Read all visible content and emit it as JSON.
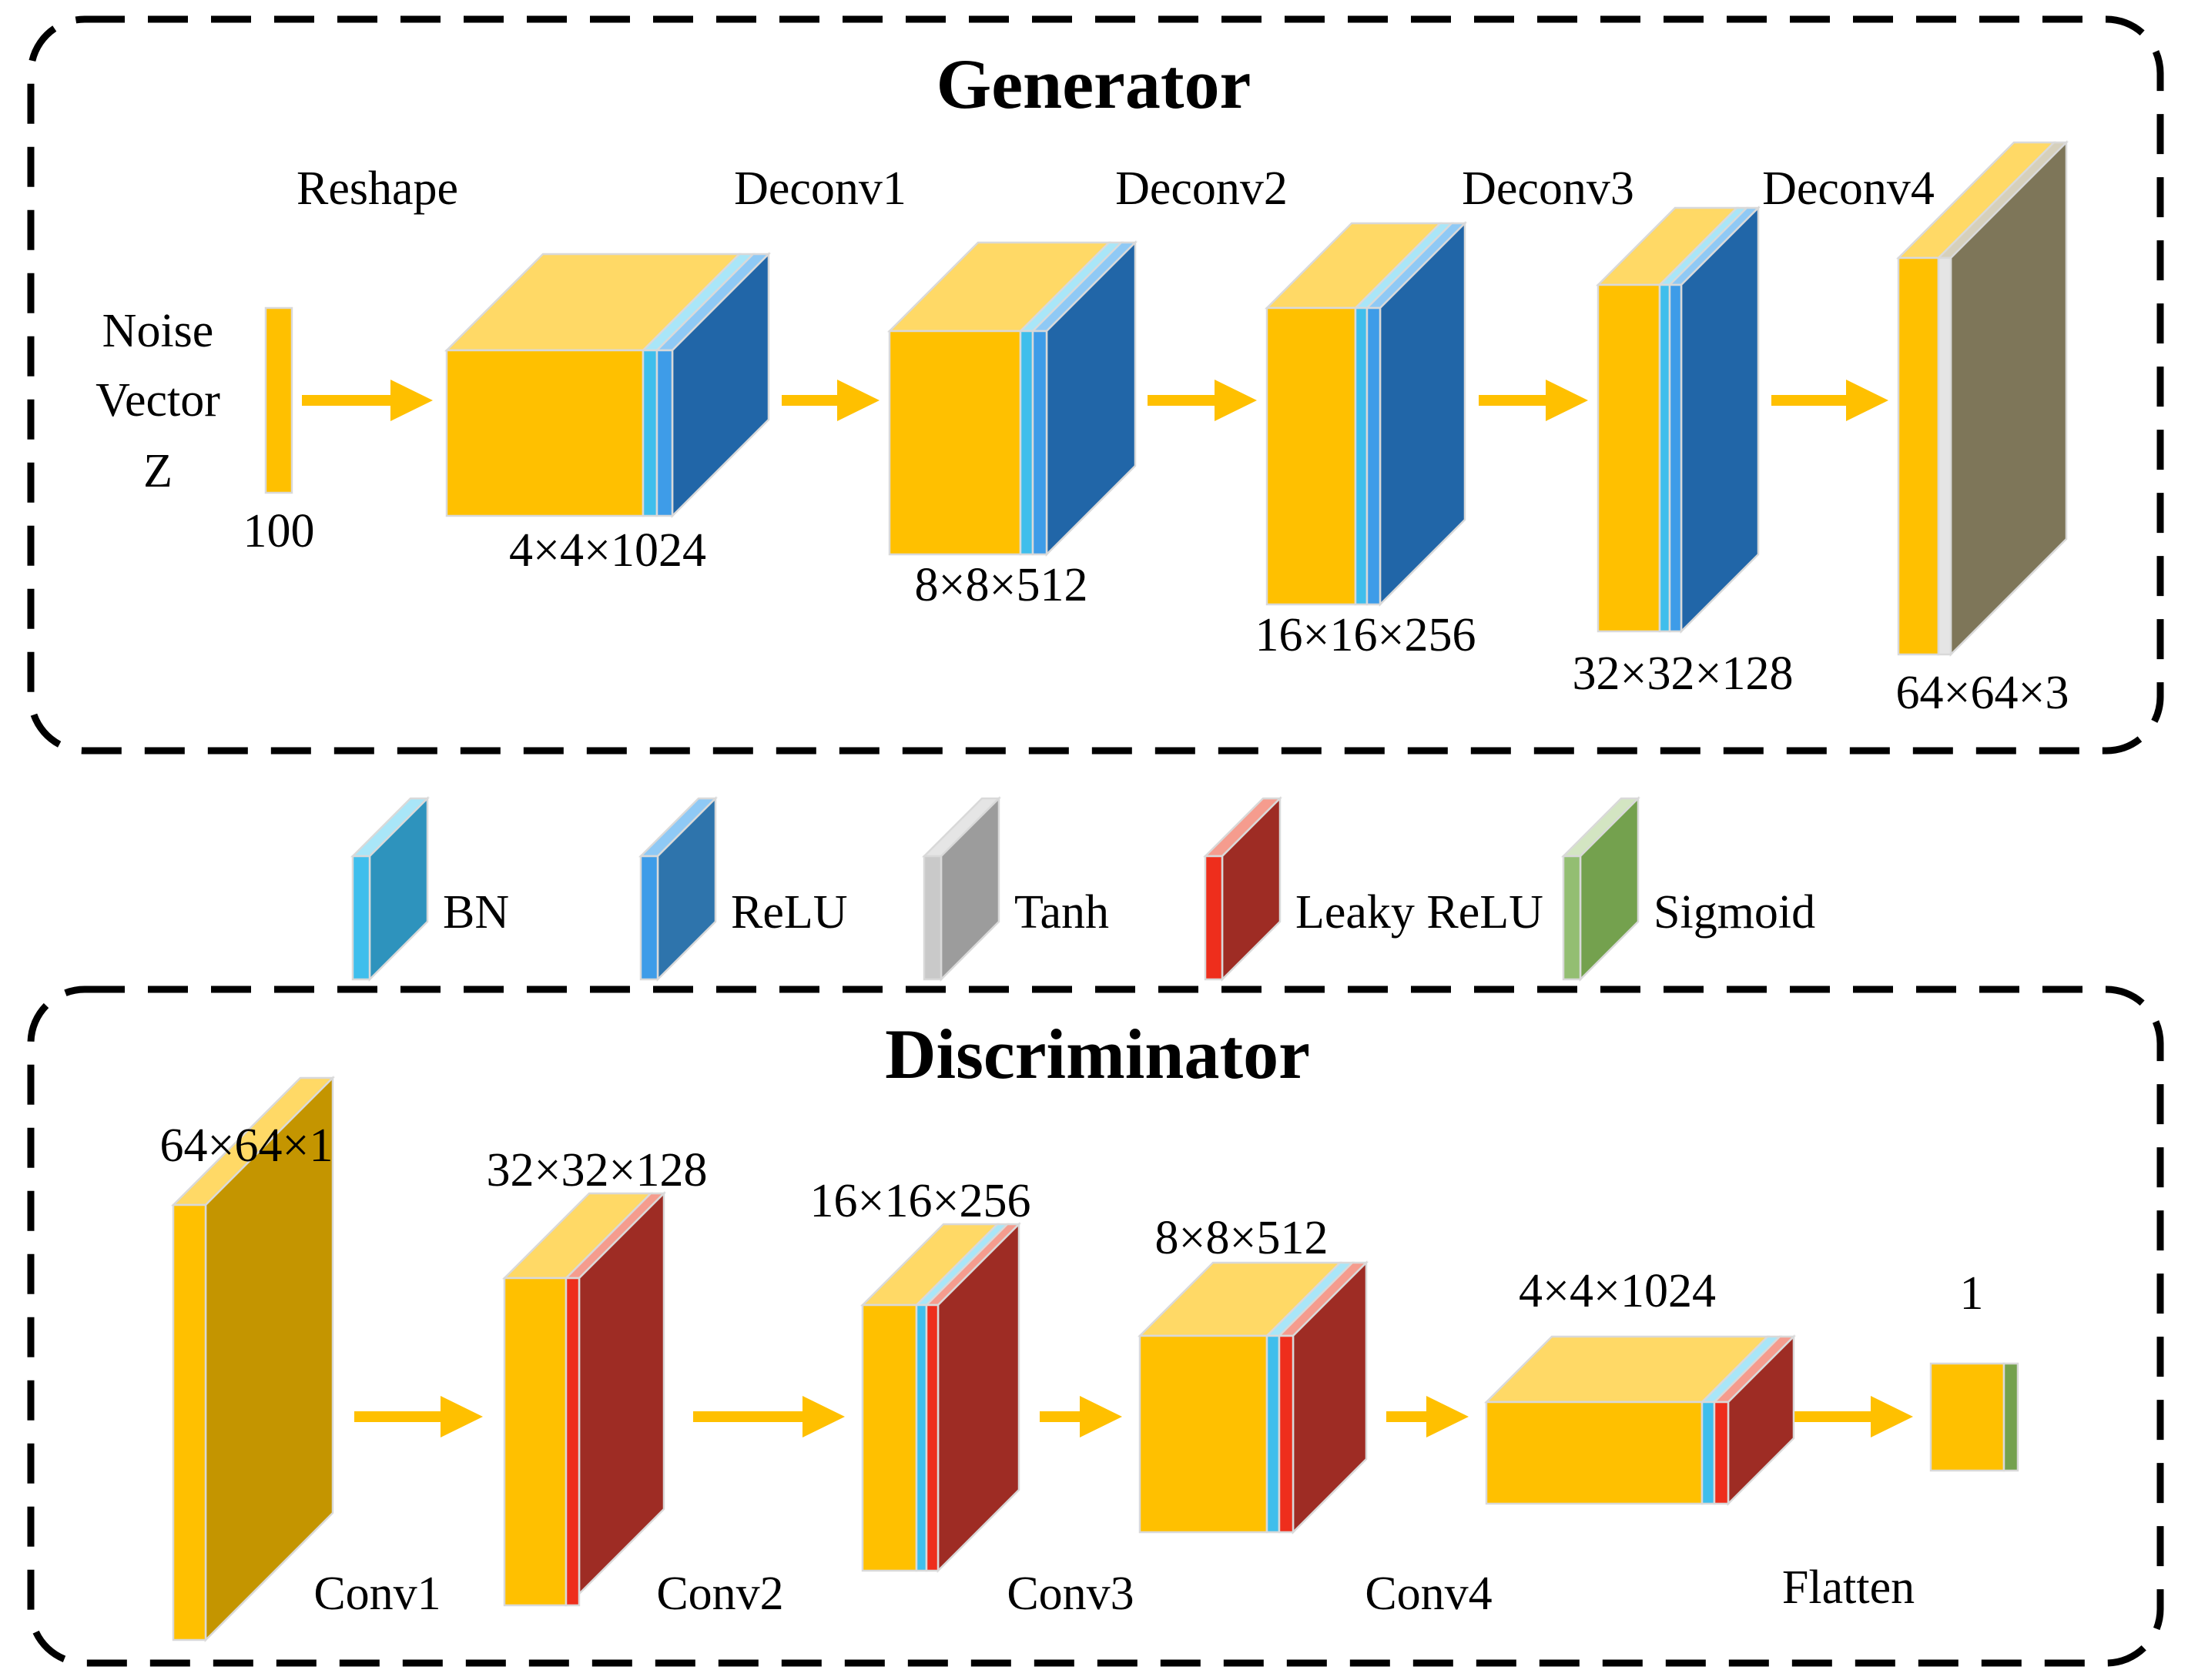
{
  "colors": {
    "yellow": "#FFC000",
    "yellowtop": "#FFD966",
    "yellowside": "#C49500",
    "cyan": "#3FBEEC",
    "cyantop": "#A9E6F8",
    "cyanside": "#2E93BD",
    "blue": "#3E9CE8",
    "bluetop": "#8FC9F5",
    "blueside": "#2166A8",
    "reluside": "#2E74AC",
    "red": "#EE2E1C",
    "redtop": "#F59C8E",
    "redside": "#9E2C24",
    "gray": "#C9C9C9",
    "graytop": "#E5E5E5",
    "grayside": "#9C9C9C",
    "olive": "#7E7659",
    "olivetop": "#D6D0BC",
    "green": "#93BE72",
    "greentop": "#D3E5C2",
    "greenside": "#74A14E",
    "arrow": "#FFC000",
    "outline": "#D9D9D9",
    "border": "#000000"
  },
  "generator": {
    "title": "Generator",
    "ops": [
      "Reshape",
      "Deconv1",
      "Deconv2",
      "Deconv3",
      "Deconv4"
    ],
    "noise": {
      "lines": [
        "Noise",
        "Vector",
        "Z"
      ],
      "dim": "100"
    },
    "layers": [
      {
        "dim": "4×4×1024",
        "activations": [
          "BN",
          "ReLU"
        ]
      },
      {
        "dim": "8×8×512",
        "activations": [
          "BN",
          "ReLU"
        ]
      },
      {
        "dim": "16×16×256",
        "activations": [
          "BN",
          "ReLU"
        ]
      },
      {
        "dim": "32×32×128",
        "activations": [
          "BN",
          "ReLU"
        ]
      },
      {
        "dim": "64×64×3",
        "activations": [
          "Tanh"
        ]
      }
    ]
  },
  "legend": {
    "items": [
      {
        "label": "BN"
      },
      {
        "label": "ReLU"
      },
      {
        "label": "Tanh"
      },
      {
        "label": "Leaky ReLU"
      },
      {
        "label": "Sigmoid"
      }
    ]
  },
  "discriminator": {
    "title": "Discriminator",
    "ops": [
      "Conv1",
      "Conv2",
      "Conv3",
      "Conv4",
      "Flatten"
    ],
    "layers": [
      {
        "dim": "64×64×1",
        "activations": []
      },
      {
        "dim": "32×32×128",
        "activations": [
          "Leaky ReLU"
        ]
      },
      {
        "dim": "16×16×256",
        "activations": [
          "BN",
          "Leaky ReLU"
        ]
      },
      {
        "dim": "8×8×512",
        "activations": [
          "BN",
          "Leaky ReLU"
        ]
      },
      {
        "dim": "4×4×1024",
        "activations": [
          "BN",
          "Leaky ReLU"
        ]
      },
      {
        "dim": "1",
        "activations": [
          "Sigmoid"
        ]
      }
    ]
  }
}
